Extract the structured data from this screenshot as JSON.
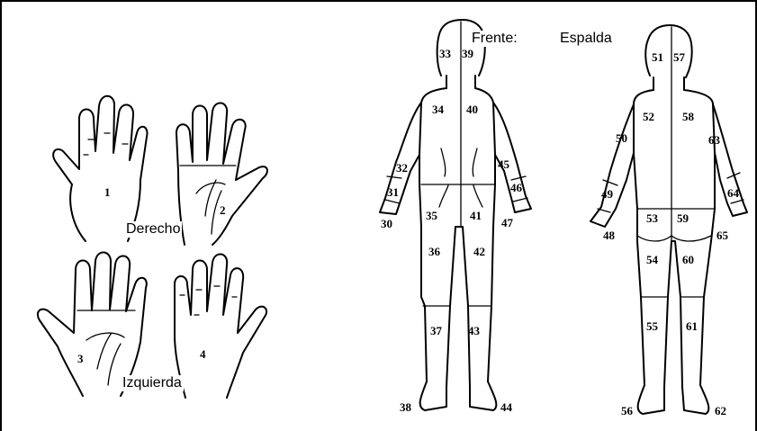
{
  "captions": {
    "derecho": "Derecho",
    "izquierda": "Izquierda",
    "frente": "Frente:",
    "espalda": "Espalda"
  },
  "hands": {
    "right_back": "1",
    "right_palm": "2",
    "left_palm": "3",
    "left_back": "4"
  },
  "front": {
    "head_right": "33",
    "head_left": "39",
    "chest_right": "34",
    "chest_left": "40",
    "upperarm_right": "32",
    "forearm_right": "31",
    "hand_right": "30",
    "upperarm_left": "45",
    "forearm_left": "46",
    "hand_left": "47",
    "pelvis_right": "35",
    "pelvis_left": "41",
    "thigh_right": "36",
    "thigh_left": "42",
    "shin_right": "37",
    "shin_left": "43",
    "foot_right": "38",
    "foot_left": "44"
  },
  "back": {
    "head_left": "51",
    "head_right": "57",
    "back_left": "52",
    "back_right": "58",
    "upperarm_left": "50",
    "forearm_left": "49",
    "hand_left": "48",
    "upperarm_right": "63",
    "forearm_right": "64",
    "hand_right": "65",
    "buttock_left": "53",
    "buttock_right": "59",
    "thigh_left": "54",
    "thigh_right": "60",
    "calf_left": "55",
    "calf_right": "61",
    "foot_left": "56",
    "foot_right": "62"
  }
}
